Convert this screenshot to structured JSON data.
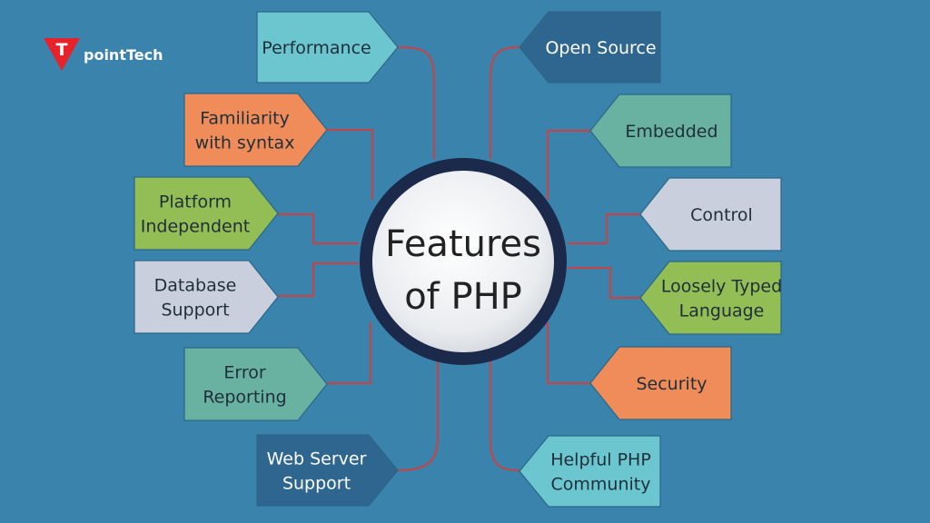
{
  "brand": {
    "logo_letter": "T",
    "name": "pointTech"
  },
  "hub": {
    "lines": [
      "Features",
      "of PHP"
    ]
  },
  "features": [
    {
      "id": "performance",
      "lines": [
        "Performance"
      ],
      "color": "#6cc6cf"
    },
    {
      "id": "familiarity",
      "lines": [
        "Familiarity",
        "with syntax"
      ],
      "color": "#f08c5a"
    },
    {
      "id": "platform",
      "lines": [
        "Platform",
        "Independent"
      ],
      "color": "#93bd55"
    },
    {
      "id": "database",
      "lines": [
        "Database",
        "Support"
      ],
      "color": "#c9cfdc"
    },
    {
      "id": "error",
      "lines": [
        "Error",
        "Reporting"
      ],
      "color": "#69b2a1"
    },
    {
      "id": "webserver",
      "lines": [
        "Web Server",
        "Support"
      ],
      "color": "#2f6690",
      "light": true
    },
    {
      "id": "opensource",
      "lines": [
        "Open Source"
      ],
      "color": "#2f6690",
      "light": true
    },
    {
      "id": "embedded",
      "lines": [
        "Embedded"
      ],
      "color": "#69b2a1"
    },
    {
      "id": "control",
      "lines": [
        "Control"
      ],
      "color": "#c9cfdc"
    },
    {
      "id": "loosely",
      "lines": [
        "Loosely Typed",
        "Language"
      ],
      "color": "#93bd55"
    },
    {
      "id": "security",
      "lines": [
        "Security"
      ],
      "color": "#f08c5a"
    },
    {
      "id": "community",
      "lines": [
        "Helpful PHP",
        "Community"
      ],
      "color": "#6cc6cf"
    }
  ],
  "colors": {
    "background": "#3a83ad",
    "connector": "#c0464a",
    "hub_ring": "#1b2a4a",
    "logo_red": "#e8222b"
  }
}
